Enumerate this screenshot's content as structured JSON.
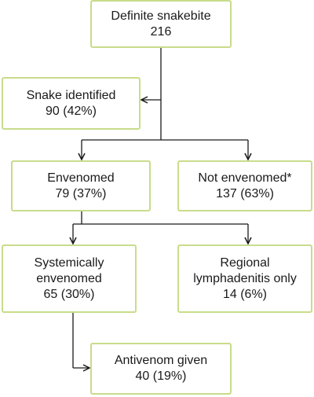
{
  "nodes": {
    "total": {
      "lines": [
        "Definite snakebite",
        "216"
      ]
    },
    "identified": {
      "lines": [
        "Snake identified",
        "90 (42%)"
      ]
    },
    "envenomed": {
      "lines": [
        "Envenomed",
        "79 (37%)"
      ]
    },
    "not": {
      "lines": [
        "Not envenomed*",
        "137 (63%)"
      ]
    },
    "systemic": {
      "lines": [
        "Systemically",
        "envenomed",
        "65 (30%)"
      ]
    },
    "regional": {
      "lines": [
        "Regional",
        "lymphadenitis only",
        "14 (6%)"
      ]
    },
    "antivenom": {
      "lines": [
        "Antivenom given",
        "40 (19%)"
      ]
    }
  },
  "colors": {
    "box_border": "#c8dc8a",
    "connector": "#1a1a1a"
  }
}
